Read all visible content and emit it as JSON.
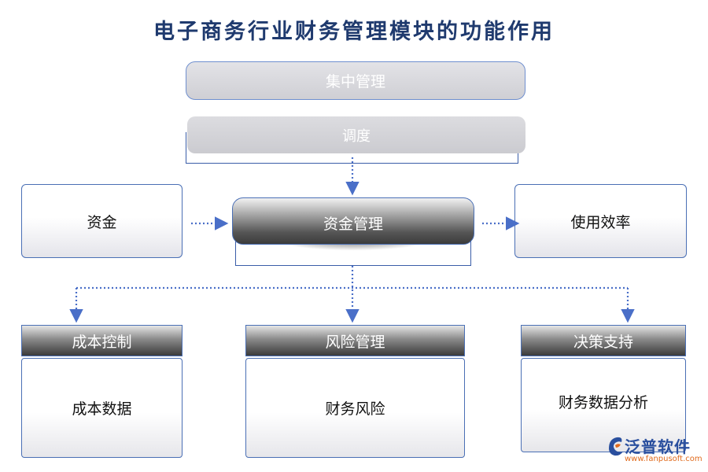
{
  "title": "电子商务行业财务管理模块的功能作用",
  "nodes": {
    "top": "集中管理",
    "schedule": "调度",
    "left": "资金",
    "center": "资金管理",
    "right": "使用效率"
  },
  "branches": [
    {
      "head": "成本控制",
      "body": "成本数据"
    },
    {
      "head": "风险管理",
      "body": "财务风险"
    },
    {
      "head": "决策支持",
      "body": "财务数据分析"
    }
  ],
  "logo": {
    "name": "泛普软件",
    "url": "www.fanpusoft.com"
  },
  "colors": {
    "title": "#1f3a6e",
    "border": "#4a6fb5",
    "arrow": "#4a6fc8",
    "logo_name": "#2a4f9e",
    "logo_url": "#e06a1c"
  }
}
